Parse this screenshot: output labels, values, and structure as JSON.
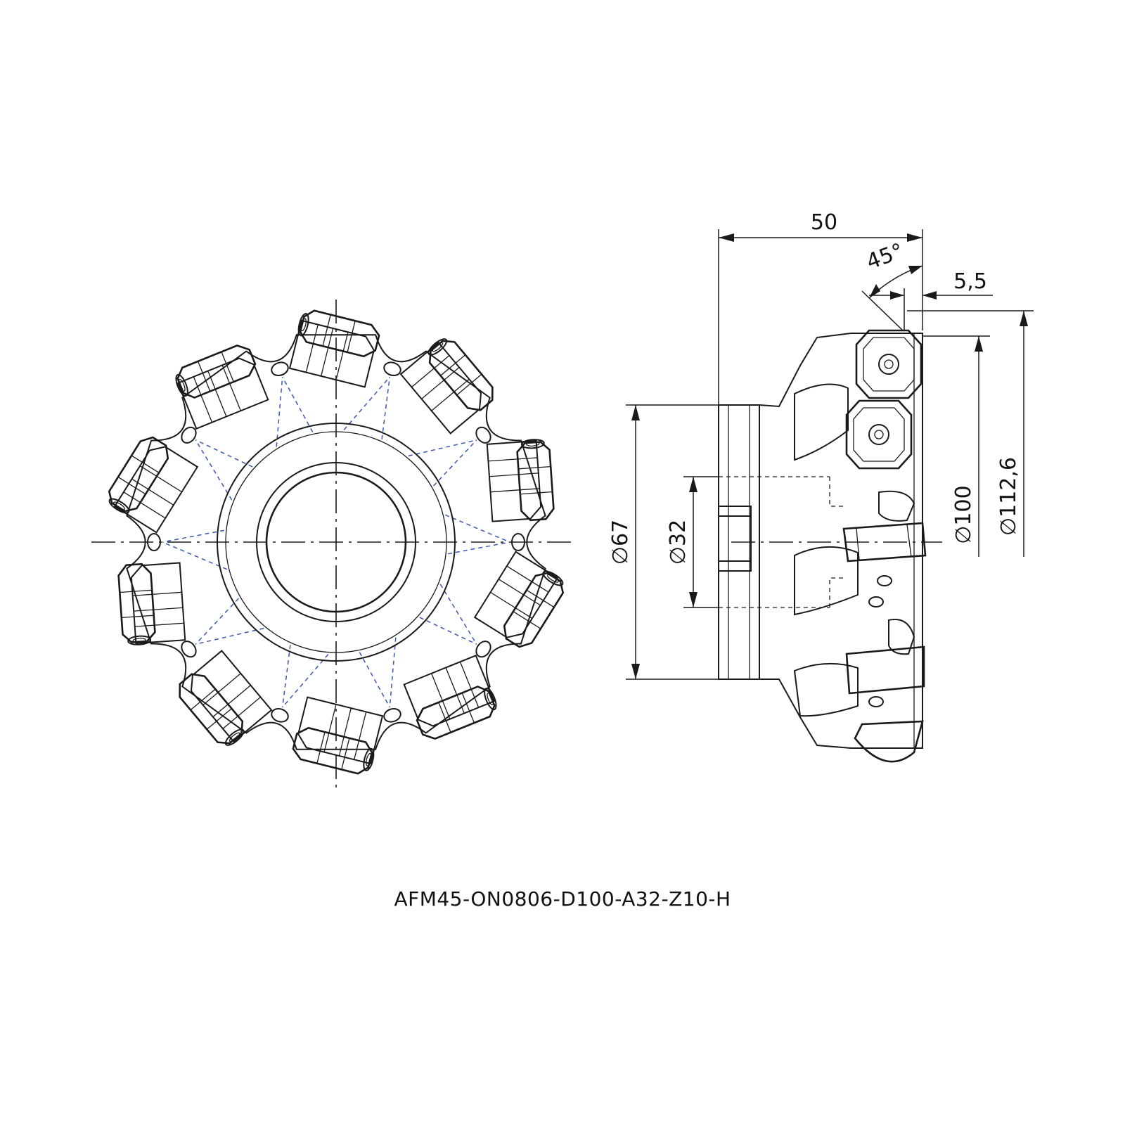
{
  "part_number": "AFM45-ON0806-D100-A32-Z10-H",
  "tooth_count": 10,
  "dimensions": {
    "overall_length": "50",
    "lead_angle": "45°",
    "insert_height": "5,5",
    "bore": "∅32",
    "hub_diameter": "∅67",
    "cutting_diameter": "∅100",
    "max_diameter": "∅112,6"
  },
  "colors": {
    "line": "#1a1a1a",
    "coolant_channel": "#3a56b0"
  }
}
